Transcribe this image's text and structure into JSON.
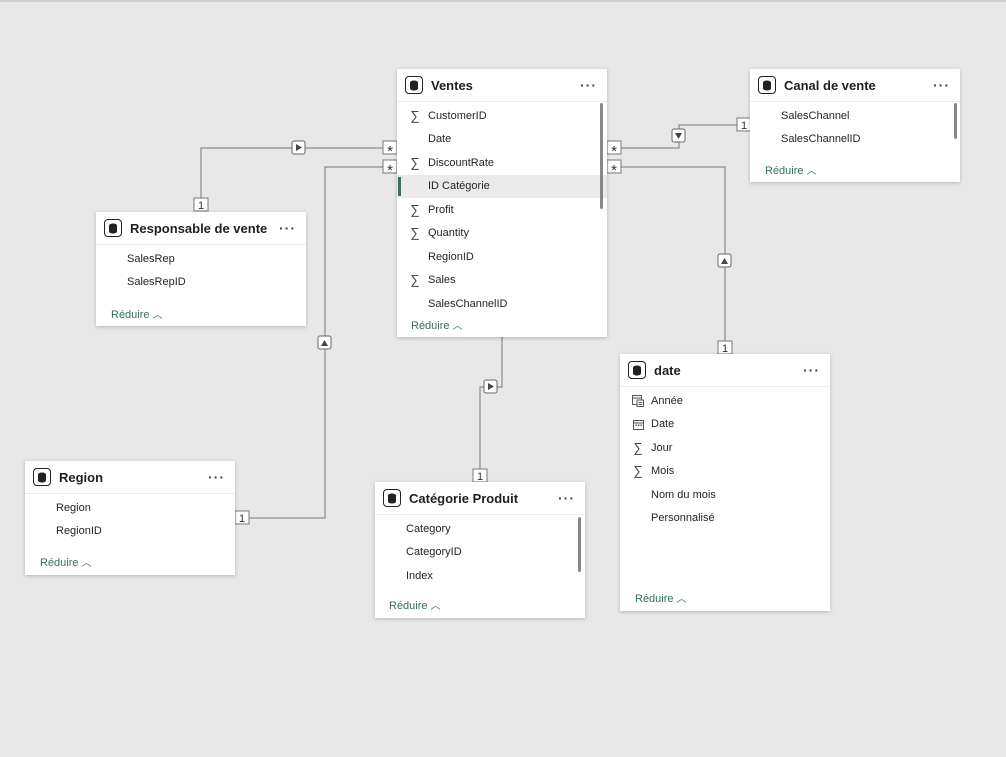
{
  "tables": {
    "ventes": {
      "title": "Ventes",
      "more": "···",
      "collapse": "Réduire",
      "collapse_chevron": "^",
      "fields": [
        {
          "name": "CustomerID",
          "icon": "sigma-icon"
        },
        {
          "name": "Date",
          "icon": ""
        },
        {
          "name": "DiscountRate",
          "icon": "sigma-icon"
        },
        {
          "name": "ID Catégorie",
          "icon": "",
          "selected": true
        },
        {
          "name": "Profit",
          "icon": "sigma-icon"
        },
        {
          "name": "Quantity",
          "icon": "sigma-icon"
        },
        {
          "name": "RegionID",
          "icon": ""
        },
        {
          "name": "Sales",
          "icon": "sigma-icon"
        },
        {
          "name": "SalesChannelID",
          "icon": ""
        }
      ]
    },
    "canal": {
      "title": "Canal de vente",
      "more": "···",
      "collapse": "Réduire",
      "collapse_chevron": "^",
      "fields": [
        {
          "name": "SalesChannel",
          "icon": ""
        },
        {
          "name": "SalesChannelID",
          "icon": ""
        }
      ]
    },
    "responsable": {
      "title": "Responsable de vente",
      "more": "···",
      "collapse": "Réduire",
      "collapse_chevron": "^",
      "fields": [
        {
          "name": "SalesRep",
          "icon": ""
        },
        {
          "name": "SalesRepID",
          "icon": ""
        }
      ]
    },
    "region": {
      "title": "Region",
      "more": "···",
      "collapse": "Réduire",
      "collapse_chevron": "^",
      "fields": [
        {
          "name": "Region",
          "icon": ""
        },
        {
          "name": "RegionID",
          "icon": ""
        }
      ]
    },
    "categorie": {
      "title": "Catégorie Produit",
      "more": "···",
      "collapse": "Réduire",
      "collapse_chevron": "^",
      "fields": [
        {
          "name": "Category",
          "icon": ""
        },
        {
          "name": "CategoryID",
          "icon": ""
        },
        {
          "name": "Index",
          "icon": ""
        }
      ]
    },
    "date": {
      "title": "date",
      "more": "···",
      "collapse": "Réduire",
      "collapse_chevron": "^",
      "fields": [
        {
          "name": "Année",
          "icon": "hierarchy-calendar-icon"
        },
        {
          "name": "Date",
          "icon": "calendar-icon"
        },
        {
          "name": "Jour",
          "icon": "sigma-icon"
        },
        {
          "name": "Mois",
          "icon": "sigma-icon"
        },
        {
          "name": "Nom du mois",
          "icon": ""
        },
        {
          "name": "Personnalisé",
          "icon": ""
        }
      ]
    }
  },
  "relationships": {
    "one": "1",
    "many": "*"
  },
  "colors": {
    "canvas": "#e8e8e8",
    "card": "#ffffff",
    "accent": "#3a6e56",
    "line": "#8a8a8a"
  }
}
